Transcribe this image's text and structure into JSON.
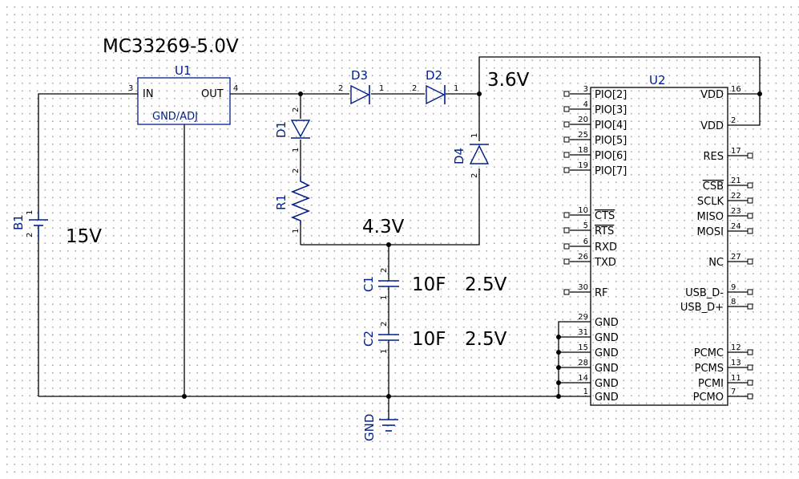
{
  "labels": {
    "regulator_part": "MC33269-5.0V",
    "battery_voltage": "15V",
    "node_voltage_top": "3.6V",
    "node_voltage_mid": "4.3V",
    "c1_value": "10F",
    "c1_rating": "2.5V",
    "c2_value": "10F",
    "c2_rating": "2.5V",
    "ground_label": "GND"
  },
  "refdes": {
    "u1": "U1",
    "u2": "U2",
    "b1": "B1",
    "d1": "D1",
    "d2": "D2",
    "d3": "D3",
    "d4": "D4",
    "r1": "R1",
    "c1": "C1",
    "c2": "C2"
  },
  "u1": {
    "in_label": "IN",
    "out_label": "OUT",
    "gnd_label": "GND/ADJ",
    "pin_in": "3",
    "pin_out": "4"
  },
  "part_pins": {
    "b1_top": "1",
    "b1_bottom": "2",
    "d1_top": "2",
    "d1_bottom": "1",
    "r1_top": "2",
    "r1_bottom": "1",
    "d3_left": "2",
    "d3_right": "1",
    "d2_left": "2",
    "d2_right": "1",
    "d4_top": "1",
    "d4_bottom": "2",
    "c1_top": "2",
    "c1_bottom": "1",
    "c2_top": "2",
    "c2_bottom": "1"
  },
  "u2_left_pins": [
    {
      "num": "3",
      "name": "PIO[2]"
    },
    {
      "num": "4",
      "name": "PIO[3]"
    },
    {
      "num": "20",
      "name": "PIO[4]"
    },
    {
      "num": "25",
      "name": "PIO[5]"
    },
    {
      "num": "18",
      "name": "PIO[6]"
    },
    {
      "num": "19",
      "name": "PIO[7]"
    },
    {
      "num": "10",
      "name": "CTS"
    },
    {
      "num": "5",
      "name": "RTS"
    },
    {
      "num": "6",
      "name": "RXD"
    },
    {
      "num": "26",
      "name": "TXD"
    },
    {
      "num": "30",
      "name": "RF"
    },
    {
      "num": "29",
      "name": "GND"
    },
    {
      "num": "31",
      "name": "GND"
    },
    {
      "num": "15",
      "name": "GND"
    },
    {
      "num": "28",
      "name": "GND"
    },
    {
      "num": "14",
      "name": "GND"
    },
    {
      "num": "1",
      "name": "GND"
    }
  ],
  "u2_right_pins": [
    {
      "num": "16",
      "name": "VDD"
    },
    {
      "num": "2",
      "name": "VDD"
    },
    {
      "num": "17",
      "name": "RES"
    },
    {
      "num": "21",
      "name": "CSB"
    },
    {
      "num": "22",
      "name": "SCLK"
    },
    {
      "num": "23",
      "name": "MISO"
    },
    {
      "num": "24",
      "name": "MOSI"
    },
    {
      "num": "27",
      "name": "NC"
    },
    {
      "num": "9",
      "name": "USB_D-"
    },
    {
      "num": "8",
      "name": "USB_D+"
    },
    {
      "num": "12",
      "name": "PCMC"
    },
    {
      "num": "13",
      "name": "PCMS"
    },
    {
      "num": "11",
      "name": "PCMI"
    },
    {
      "num": "7",
      "name": "PCMO"
    }
  ]
}
